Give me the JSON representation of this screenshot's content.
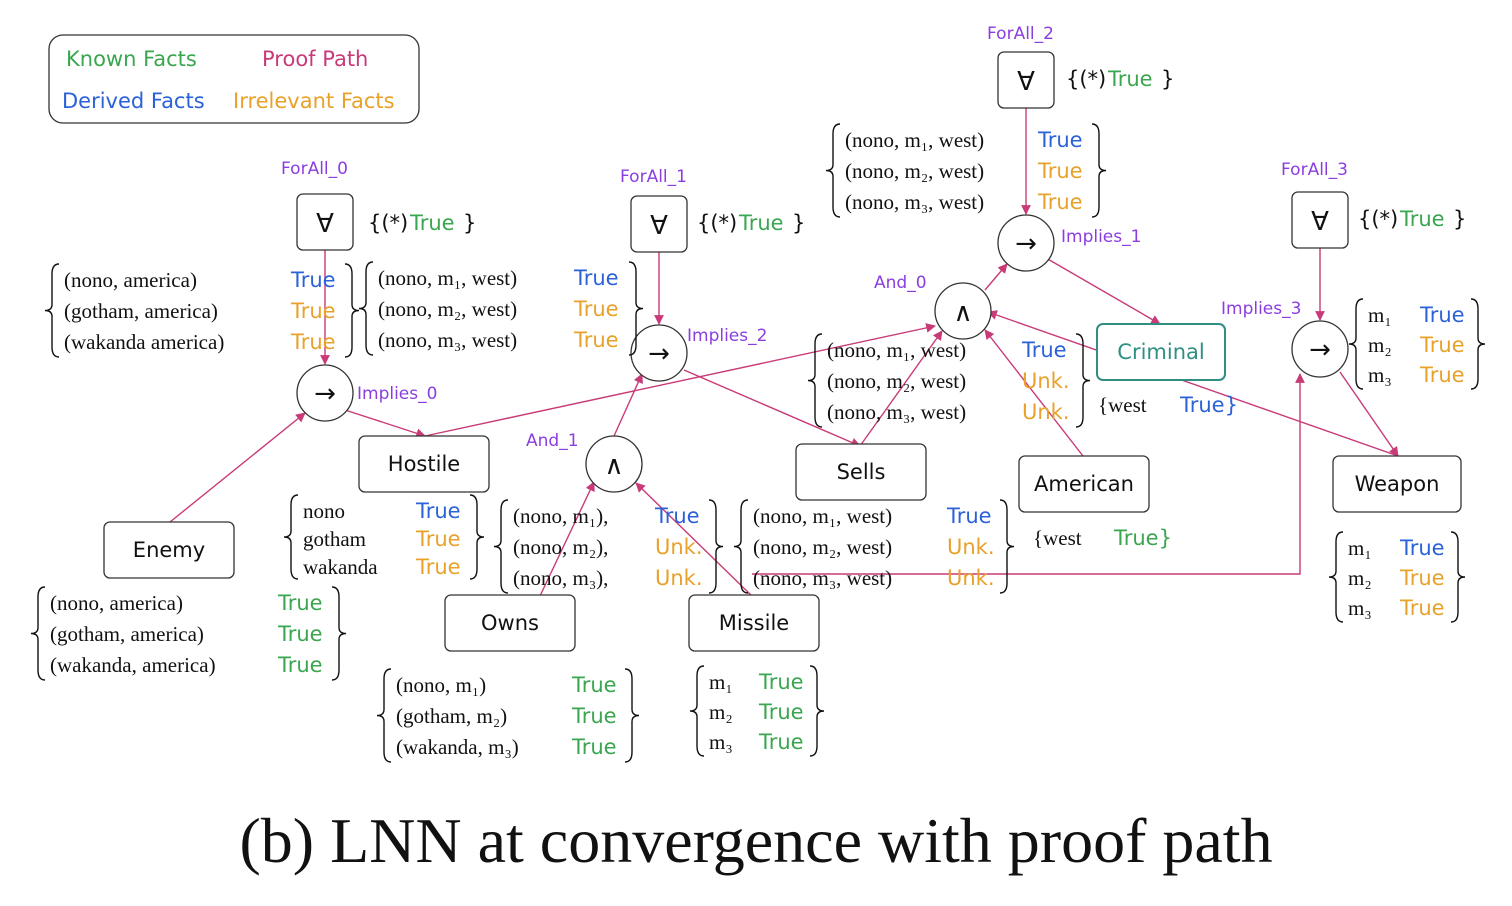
{
  "colors": {
    "known": "#3aa64f",
    "derived": "#2b62d9",
    "proof": "#c93a78",
    "irrelevant": "#e8a12a",
    "label": "#8a3ee0",
    "criminal": "#2f8f83",
    "ink": "#111111",
    "stroke": "#333333"
  },
  "legend": {
    "known": "Known Facts",
    "proof": "Proof Path",
    "derived": "Derived Facts",
    "irrelevant": "Irrelevant Facts"
  },
  "symbols": {
    "forall": "∀",
    "implies": "→",
    "and": "∧"
  },
  "nodes": {
    "forall_0": "ForAll_0",
    "forall_1": "ForAll_1",
    "forall_2": "ForAll_2",
    "forall_3": "ForAll_3",
    "implies_0": "Implies_0",
    "implies_1": "Implies_1",
    "implies_2": "Implies_2",
    "implies_3": "Implies_3",
    "and_0": "And_0",
    "and_1": "And_1",
    "enemy": "Enemy",
    "hostile": "Hostile",
    "owns": "Owns",
    "missile": "Missile",
    "sells": "Sells",
    "american": "American",
    "criminal": "Criminal",
    "weapon": "Weapon"
  },
  "forall_star": {
    "open": "{(*)",
    "value": "True",
    "close": "}"
  },
  "tables": {
    "t_implies0": [
      {
        "k": "(nono, america)",
        "v": "True",
        "c": "derived"
      },
      {
        "k": "(gotham, america)",
        "v": "True",
        "c": "irrelevant"
      },
      {
        "k": "(wakanda america)",
        "v": "True",
        "c": "irrelevant"
      }
    ],
    "t_implies2": [
      {
        "k": "(nono, m₁, west)",
        "v": "True",
        "c": "derived"
      },
      {
        "k": "(nono, m₂, west)",
        "v": "True",
        "c": "irrelevant"
      },
      {
        "k": "(nono, m₃, west)",
        "v": "True",
        "c": "irrelevant"
      }
    ],
    "t_implies1": [
      {
        "k": "(nono, m₁, west)",
        "v": "True",
        "c": "derived"
      },
      {
        "k": "(nono, m₂, west)",
        "v": "True",
        "c": "irrelevant"
      },
      {
        "k": "(nono, m₃, west)",
        "v": "True",
        "c": "irrelevant"
      }
    ],
    "t_and0": [
      {
        "k": "(nono, m₁, west)",
        "v": "True",
        "c": "derived"
      },
      {
        "k": "(nono, m₂, west)",
        "v": "Unk.",
        "c": "irrelevant"
      },
      {
        "k": "(nono, m₃, west)",
        "v": "Unk.",
        "c": "irrelevant"
      }
    ],
    "t_implies3": [
      {
        "k": "m₁",
        "v": "True",
        "c": "derived"
      },
      {
        "k": "m₂",
        "v": "True",
        "c": "irrelevant"
      },
      {
        "k": "m₃",
        "v": "True",
        "c": "irrelevant"
      }
    ],
    "t_hostile": [
      {
        "k": "nono",
        "v": "True",
        "c": "derived"
      },
      {
        "k": "gotham",
        "v": "True",
        "c": "irrelevant"
      },
      {
        "k": "wakanda",
        "v": "True",
        "c": "irrelevant"
      }
    ],
    "t_and1": [
      {
        "k": "(nono, m₁),",
        "v": "True",
        "c": "derived"
      },
      {
        "k": "(nono, m₂),",
        "v": "Unk.",
        "c": "irrelevant"
      },
      {
        "k": "(nono, m₃),",
        "v": "Unk.",
        "c": "irrelevant"
      }
    ],
    "t_sells": [
      {
        "k": "(nono, m₁, west)",
        "v": "True",
        "c": "derived"
      },
      {
        "k": "(nono, m₂, west)",
        "v": "Unk.",
        "c": "irrelevant"
      },
      {
        "k": "(nono, m₃, west)",
        "v": "Unk.",
        "c": "irrelevant"
      }
    ],
    "t_enemy": [
      {
        "k": "(nono, america)",
        "v": "True",
        "c": "known"
      },
      {
        "k": "(gotham, america)",
        "v": "True",
        "c": "known"
      },
      {
        "k": "(wakanda, america)",
        "v": "True",
        "c": "known"
      }
    ],
    "t_owns": [
      {
        "k": "(nono, m₁)",
        "v": "True",
        "c": "known"
      },
      {
        "k": "(gotham, m₂)",
        "v": "True",
        "c": "known"
      },
      {
        "k": "(wakanda, m₃)",
        "v": "True",
        "c": "known"
      }
    ],
    "t_missile": [
      {
        "k": "m₁",
        "v": "True",
        "c": "known"
      },
      {
        "k": "m₂",
        "v": "True",
        "c": "known"
      },
      {
        "k": "m₃",
        "v": "True",
        "c": "known"
      }
    ],
    "t_weapon": [
      {
        "k": "m₁",
        "v": "True",
        "c": "derived"
      },
      {
        "k": "m₂",
        "v": "True",
        "c": "irrelevant"
      },
      {
        "k": "m₃",
        "v": "True",
        "c": "irrelevant"
      }
    ]
  },
  "criminal_fact": {
    "k": "{west",
    "v": "True}"
  },
  "american_fact": {
    "k": "{west",
    "v": "True}"
  },
  "caption": "(b) LNN at convergence with proof path"
}
